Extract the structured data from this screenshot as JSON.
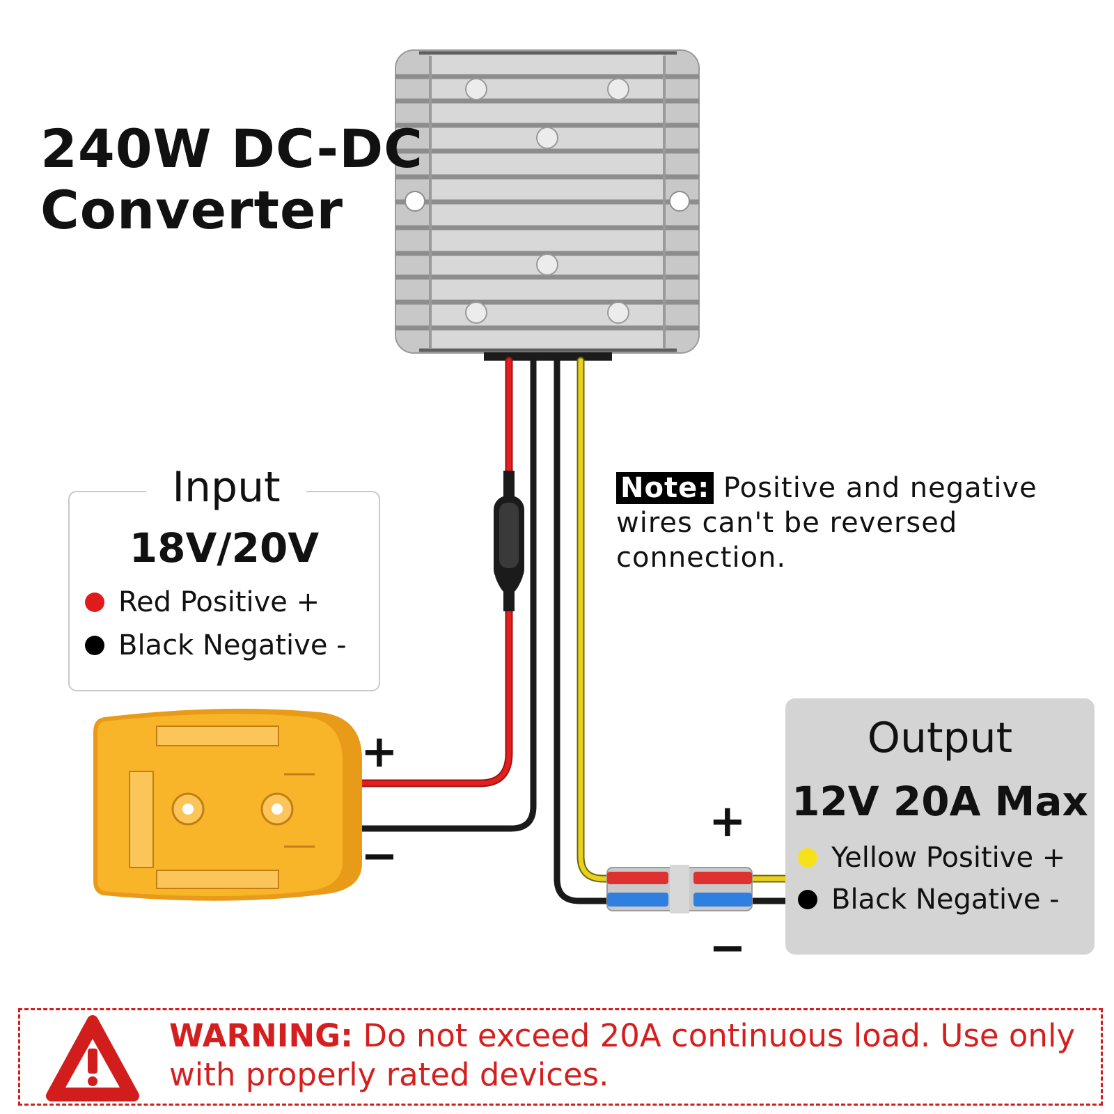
{
  "title": [
    "240W DC-DC",
    "Converter"
  ],
  "input": {
    "title": "Input",
    "voltage": "18V/20V",
    "legend": [
      {
        "label": "Red Positive +",
        "color": "#e01b1b"
      },
      {
        "label": "Black Negative -",
        "color": "#000000"
      }
    ]
  },
  "battery_adapter": {
    "plus_sign": "+",
    "minus_sign": "−"
  },
  "note": {
    "label": "Note:",
    "text": " Positive and negative wires can't be reversed connection."
  },
  "output": {
    "title": "Output",
    "spec": "12V 20A Max",
    "plus_sign": "+",
    "minus_sign": "−",
    "legend": [
      {
        "label": "Yellow Positive +",
        "color": "#f6e21a"
      },
      {
        "label": "Black Negative -",
        "color": "#000000"
      }
    ]
  },
  "warning": {
    "label": "WARNING:",
    "text": " Do not exceed 20A continuous load. Use only with properly rated devices."
  },
  "colors": {
    "wire_red": "#e21e1e",
    "wire_black": "#1a1a1a",
    "wire_yellow": "#e8d21b",
    "adapter_yellow": "#f8b52a",
    "converter_silver": "#c9c9c9",
    "warning_red": "#d21d1d",
    "output_panel": "#d4d4d4"
  }
}
